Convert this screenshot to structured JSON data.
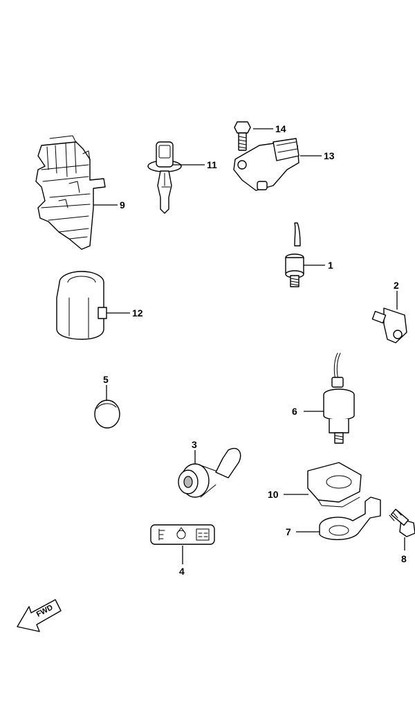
{
  "callouts": {
    "c1": "1",
    "c2": "2",
    "c3": "3",
    "c4": "4",
    "c5": "5",
    "c6": "6",
    "c7": "7",
    "c8": "8",
    "c9": "9",
    "c10": "10",
    "c11": "11",
    "c12": "12",
    "c13": "13",
    "c14": "14"
  },
  "fwd_label": "FWD",
  "colors": {
    "line": "#000000",
    "background": "#ffffff"
  }
}
